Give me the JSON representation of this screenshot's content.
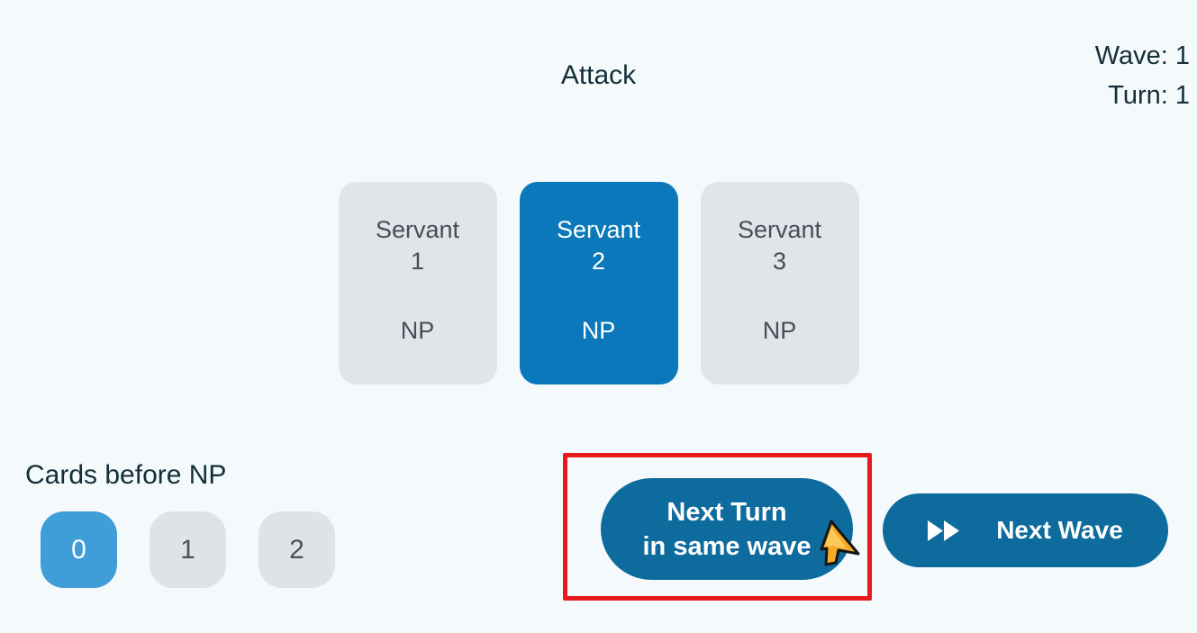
{
  "colors": {
    "background": "#f4fafc",
    "selected_card_blue": "#0a78ba",
    "action_button_blue": "#0e6b9d",
    "selected_option_blue": "#3f9dd8",
    "card_gray": "#e1e4e9",
    "option_gray": "#dfe2e7",
    "text_dark": "#142e38",
    "card_text_gray": "#474e57",
    "highlight_red": "#e81b1c",
    "cursor_orange": "#f7a928"
  },
  "header": {
    "title": "Attack",
    "wave_label": "Wave: 1",
    "turn_label": "Turn: 1"
  },
  "servants": [
    {
      "name": "Servant",
      "number": "1",
      "np": "NP",
      "selected": false
    },
    {
      "name": "Servant",
      "number": "2",
      "np": "NP",
      "selected": true
    },
    {
      "name": "Servant",
      "number": "3",
      "np": "NP",
      "selected": false
    }
  ],
  "cards_before_np": {
    "label": "Cards before NP",
    "options": [
      {
        "value": "0",
        "selected": true
      },
      {
        "value": "1",
        "selected": false
      },
      {
        "value": "2",
        "selected": false
      }
    ]
  },
  "actions": {
    "next_turn": {
      "line1": "Next Turn",
      "line2": "in same wave",
      "highlighted": true
    },
    "next_wave": {
      "label": "Next Wave",
      "icon": "fast-forward-icon"
    }
  },
  "overlay": {
    "cursor": "cursor-arrow-icon"
  }
}
